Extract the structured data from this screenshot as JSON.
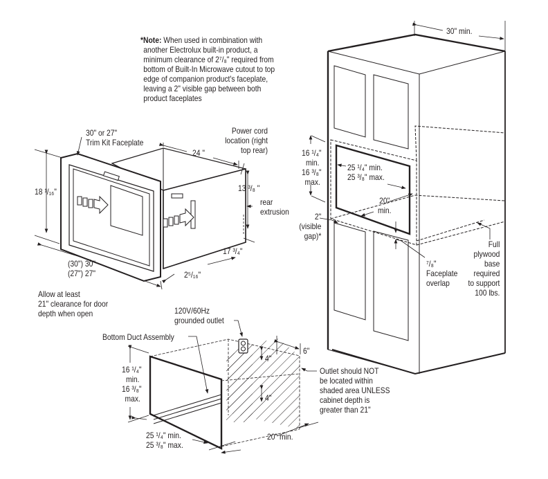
{
  "note": {
    "prefix": "*Note:",
    "lines": [
      " When used in combination with",
      "another Electrolux built-in product, a",
      "minimum clearance of 2⁷/₈\" required from",
      "bottom of Built-In Microwave cutout to top",
      "edge of companion product's faceplate,",
      "leaving a 2\" visible gap between both",
      "product faceplates"
    ]
  },
  "microwave": {
    "trim_kit_label": [
      "30\" or 27\"",
      "Trim Kit Faceplate"
    ],
    "power_cord_label": [
      "Power cord",
      "location (right",
      "top rear)"
    ],
    "depth_24": "24 \"",
    "height_18": "18 ¹/₁₆\"",
    "height_13": "13 ³/₈ \"",
    "rear_extrusion": [
      "rear",
      "extrusion"
    ],
    "depth_17": "17 ³/₄\"",
    "width_lines": [
      "(30\") 30\"",
      "(27\") 27\""
    ],
    "thickness": "2⁵/₁₆\"",
    "door_clearance": [
      "Allow at least",
      "21\" clearance for door",
      "depth when open"
    ]
  },
  "cabinet": {
    "width_min": "30\" min.",
    "height_range": [
      "16 ¹/₄\"",
      "min.",
      "16 ³/₈\"",
      "max."
    ],
    "width_range": [
      "25 ¹/₄\" min.",
      "25 ³/₈\" max."
    ],
    "depth_min": [
      "20\"",
      "min."
    ],
    "visible_gap": [
      "2\"",
      "(visible",
      "gap)*"
    ],
    "faceplate_overlap": [
      "⁷/₈\"",
      "Faceplate",
      "overlap"
    ],
    "plywood_base": [
      "Full",
      "plywood",
      "base",
      "required",
      "to support",
      "100 lbs."
    ]
  },
  "bottom": {
    "outlet_label": [
      "120V/60Hz",
      "grounded outlet"
    ],
    "duct_label": "Bottom Duct Assembly",
    "height_range": [
      "16 ¹/₄\"",
      "min.",
      "16 ³/₈\"",
      "max."
    ],
    "dim_6": "6\"",
    "dim_4_top": "4\"",
    "dim_4_bottom": "4\"",
    "outlet_warning": [
      "Outlet should NOT",
      "be located within",
      "shaded area UNLESS",
      "cabinet depth is",
      "greater than 21\""
    ],
    "width_range": [
      "25 ¹/₄\" min.",
      "25 ³/₈\" max."
    ],
    "depth_min": "20\" min."
  }
}
